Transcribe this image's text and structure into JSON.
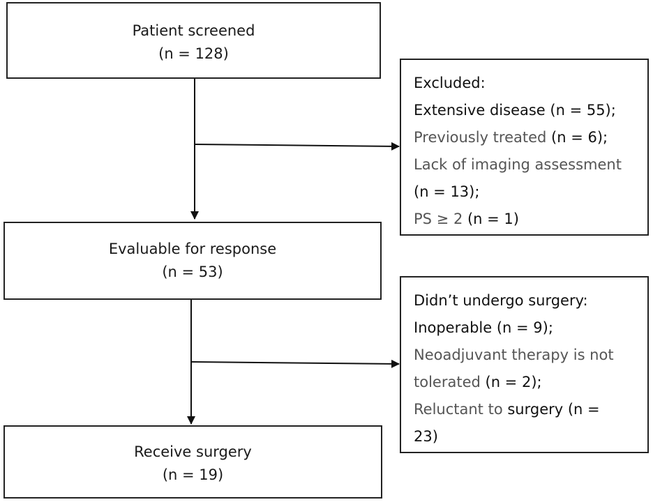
{
  "boxes": {
    "screened": {
      "title": "Patient screened",
      "count": "(n = 128)"
    },
    "evaluable": {
      "title": "Evaluable for response",
      "count": "(n = 53)"
    },
    "surgery": {
      "title": "Receive surgery",
      "count": "(n = 19)"
    },
    "excluded": {
      "heading": "Excluded:",
      "line1": "Extensive disease (n = 55);",
      "line2_label": "Previously treated",
      "line2_count": " (n = 6);",
      "line3_label": "Lack of imaging assessment",
      "line4_count": "(n = 13);",
      "line5_label": "PS ≥ 2",
      "line5_count": " (n = 1)"
    },
    "no_surgery": {
      "heading": "Didn’t undergo surgery:",
      "line1": "Inoperable (n = 9);",
      "line2_label": "Neoadjuvant therapy is not",
      "line3_label": "tolerated",
      "line3_count": " (n = 2);",
      "line4_label": "Reluctant to ",
      "line4_count": "surgery (n =",
      "line5_count": "23)"
    }
  },
  "colors": {
    "box_border": "#222222",
    "arrow": "#111111",
    "text_dark": "#111111",
    "text_gray": "#555555"
  }
}
